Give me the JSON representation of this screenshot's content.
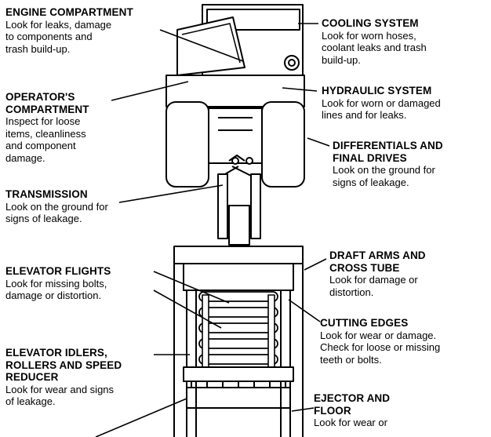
{
  "diagram": {
    "callouts": [
      {
        "id": "engine",
        "title": "ENGINE COMPARTMENT",
        "body": "Look for leaks, damage\nto components and\ntrash build-up."
      },
      {
        "id": "operator",
        "title": "OPERATOR'S\nCOMPARTMENT",
        "body": "Inspect for loose\nitems, cleanliness\nand component\ndamage."
      },
      {
        "id": "transmission",
        "title": "TRANSMISSION",
        "body": "Look on the ground for\nsigns of leakage."
      },
      {
        "id": "flights",
        "title": "ELEVATOR FLIGHTS",
        "body": "Look for missing bolts,\ndamage or distortion."
      },
      {
        "id": "idlers",
        "title": "ELEVATOR IDLERS,\nROLLERS AND SPEED\nREDUCER",
        "body": "Look for wear and signs\nof leakage."
      },
      {
        "id": "cooling",
        "title": "COOLING SYSTEM",
        "body": "Look for worn hoses,\ncoolant leaks and trash\nbuild-up."
      },
      {
        "id": "hydraulic",
        "title": "HYDRAULIC SYSTEM",
        "body": "Look for worn or damaged\nlines and for leaks."
      },
      {
        "id": "differentials",
        "title": "DIFFERENTIALS AND\nFINAL DRIVES",
        "body": "Look on the ground for\nsigns of leakage."
      },
      {
        "id": "draft",
        "title": "DRAFT ARMS AND\nCROSS TUBE",
        "body": "Look for damage or\ndistortion."
      },
      {
        "id": "cutting",
        "title": "CUTTING EDGES",
        "body": "Look for wear or damage.\nCheck for loose or missing\nteeth or bolts."
      },
      {
        "id": "ejector",
        "title": "EJECTOR AND\nFLOOR",
        "body": "Look for wear or"
      }
    ]
  }
}
